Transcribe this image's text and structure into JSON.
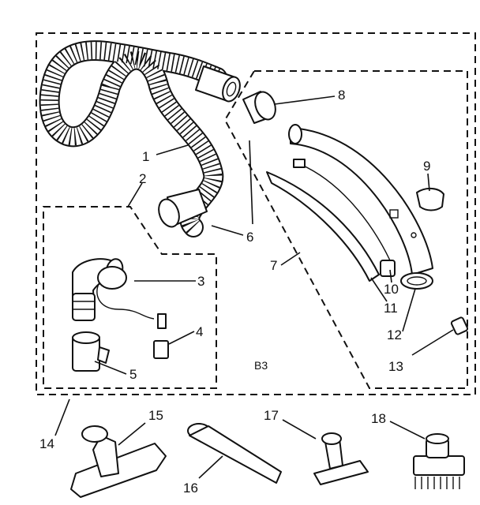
{
  "section_label": "B3",
  "parts": [
    {
      "number": "1"
    },
    {
      "number": "2"
    },
    {
      "number": "3"
    },
    {
      "number": "4"
    },
    {
      "number": "5"
    },
    {
      "number": "6"
    },
    {
      "number": "7"
    },
    {
      "number": "8"
    },
    {
      "number": "9"
    },
    {
      "number": "10"
    },
    {
      "number": "11"
    },
    {
      "number": "12"
    },
    {
      "number": "13"
    },
    {
      "number": "14"
    },
    {
      "number": "15"
    },
    {
      "number": "16"
    },
    {
      "number": "17"
    },
    {
      "number": "18"
    }
  ],
  "icons": {
    "hose": "hose-icon",
    "hose-cuff": "hose-cuff-icon",
    "swivel": "swivel-icon",
    "cord": "cord-icon",
    "clip": "clip-icon",
    "cap": "cap-icon",
    "handle": "handle-icon",
    "plug": "plug-icon",
    "wire-assembly": "wire-assembly-icon",
    "latch": "latch-icon",
    "floor-tool": "floor-tool-icon",
    "crevice-tool": "crevice-tool-icon",
    "upholstery-tool": "upholstery-tool-icon",
    "dusting-brush": "dusting-brush-icon"
  },
  "colors": {
    "ink": "#111111",
    "paper": "#ffffff"
  }
}
